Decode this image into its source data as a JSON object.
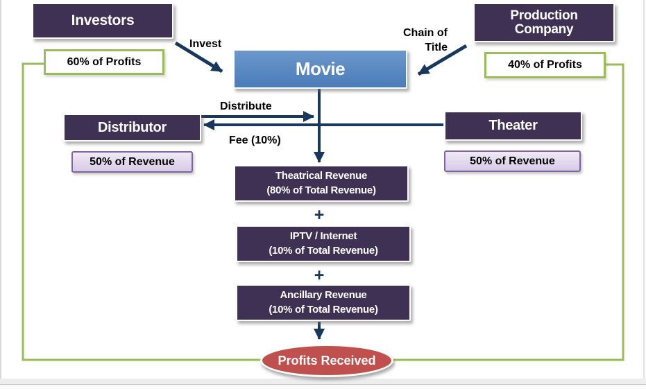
{
  "diagram": {
    "top": {
      "investors": "Investors",
      "production_line1": "Production",
      "production_line2": "Company",
      "movie": "Movie",
      "invest_label": "Invest",
      "chain_line1": "Chain of",
      "chain_line2": "Title",
      "left_profit": "60% of Profits",
      "right_profit": "40% of Profits"
    },
    "middle": {
      "distributor": "Distributor",
      "theater": "Theater",
      "distribute_label": "Distribute",
      "fee_label": "Fee (10%)",
      "left_revenue": "50% of Revenue",
      "right_revenue": "50% of Revenue"
    },
    "revenue_stack": [
      {
        "title": "Theatrical Revenue",
        "subtitle": "(80% of Total Revenue)"
      },
      {
        "title": "IPTV / Internet",
        "subtitle": "(10% of Total Revenue)"
      },
      {
        "title": "Ancillary Revenue",
        "subtitle": "(10% of Total Revenue)"
      }
    ],
    "plus": "+",
    "result": "Profits Received"
  },
  "colors": {
    "node_purple": "#3F3153",
    "movie_blue": "#4F81BD",
    "arrow_navy": "#17375D",
    "connector_green": "#9BBB59",
    "revenue_lavender_fill": "#DCCFE8",
    "revenue_lavender_border": "#8064A2",
    "result_red": "#C0504D"
  }
}
